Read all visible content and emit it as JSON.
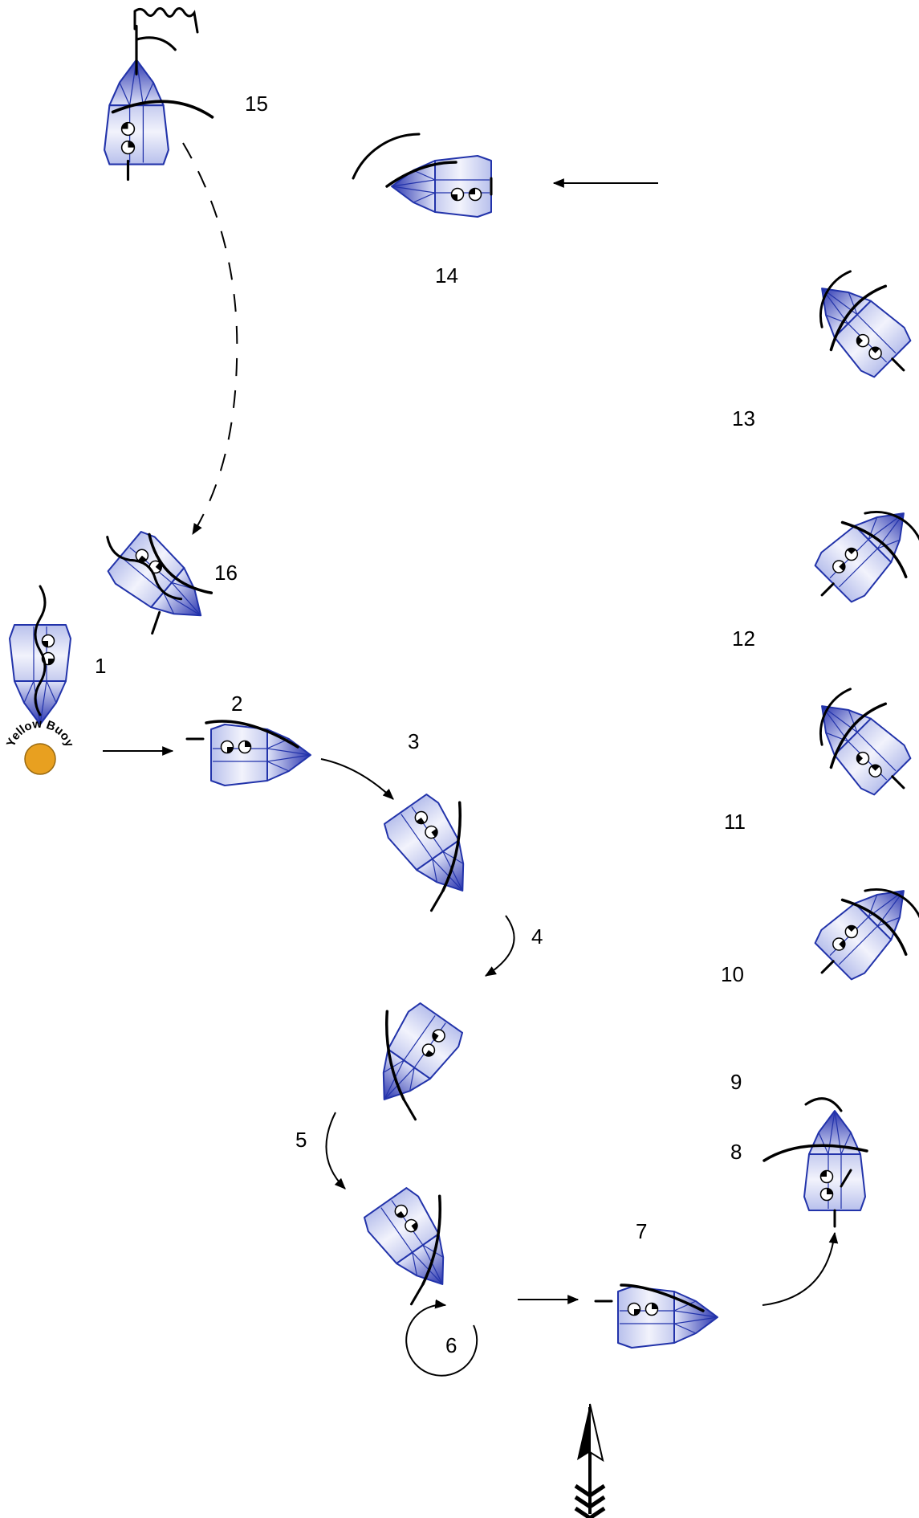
{
  "diagram": {
    "steps": [
      "1",
      "2",
      "3",
      "4",
      "5",
      "6",
      "7",
      "8",
      "9",
      "10",
      "11",
      "12",
      "13",
      "14",
      "15",
      "16"
    ],
    "buoy": {
      "label": "Yellow Buoy",
      "color": "#e8a020"
    },
    "colors": {
      "hull_light": "#eef0fb",
      "hull_dark": "#2a35b0",
      "outline": "#2233aa"
    },
    "wind_indicator": "arrow-up"
  }
}
